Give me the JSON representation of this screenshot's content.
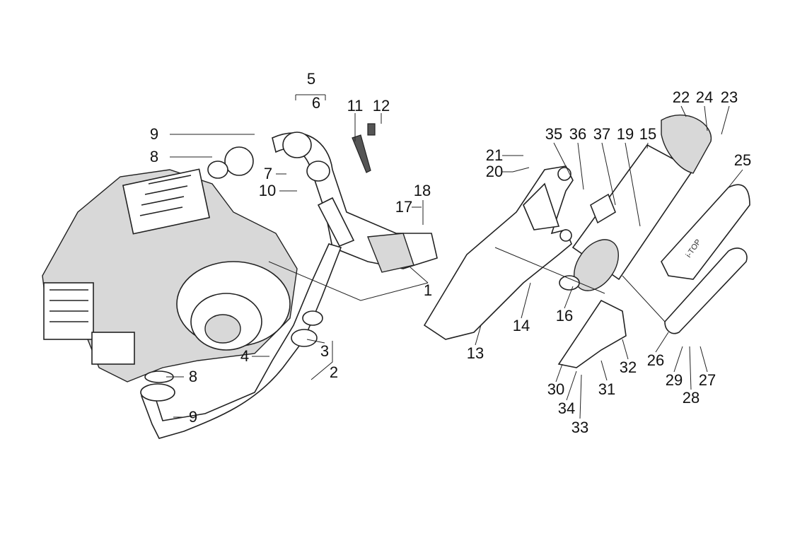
{
  "diagram": {
    "title": "Exhaust system exploded parts view",
    "labels": [
      "1",
      "2",
      "3",
      "4",
      "5",
      "6",
      "7",
      "8",
      "9",
      "10",
      "11",
      "12",
      "13",
      "14",
      "15",
      "16",
      "17",
      "18",
      "19",
      "20",
      "21",
      "22",
      "23",
      "24",
      "25",
      "26",
      "27",
      "28",
      "29",
      "30",
      "31",
      "32",
      "33",
      "34",
      "35",
      "36",
      "37"
    ],
    "muffler_logo": "i-TOP"
  }
}
